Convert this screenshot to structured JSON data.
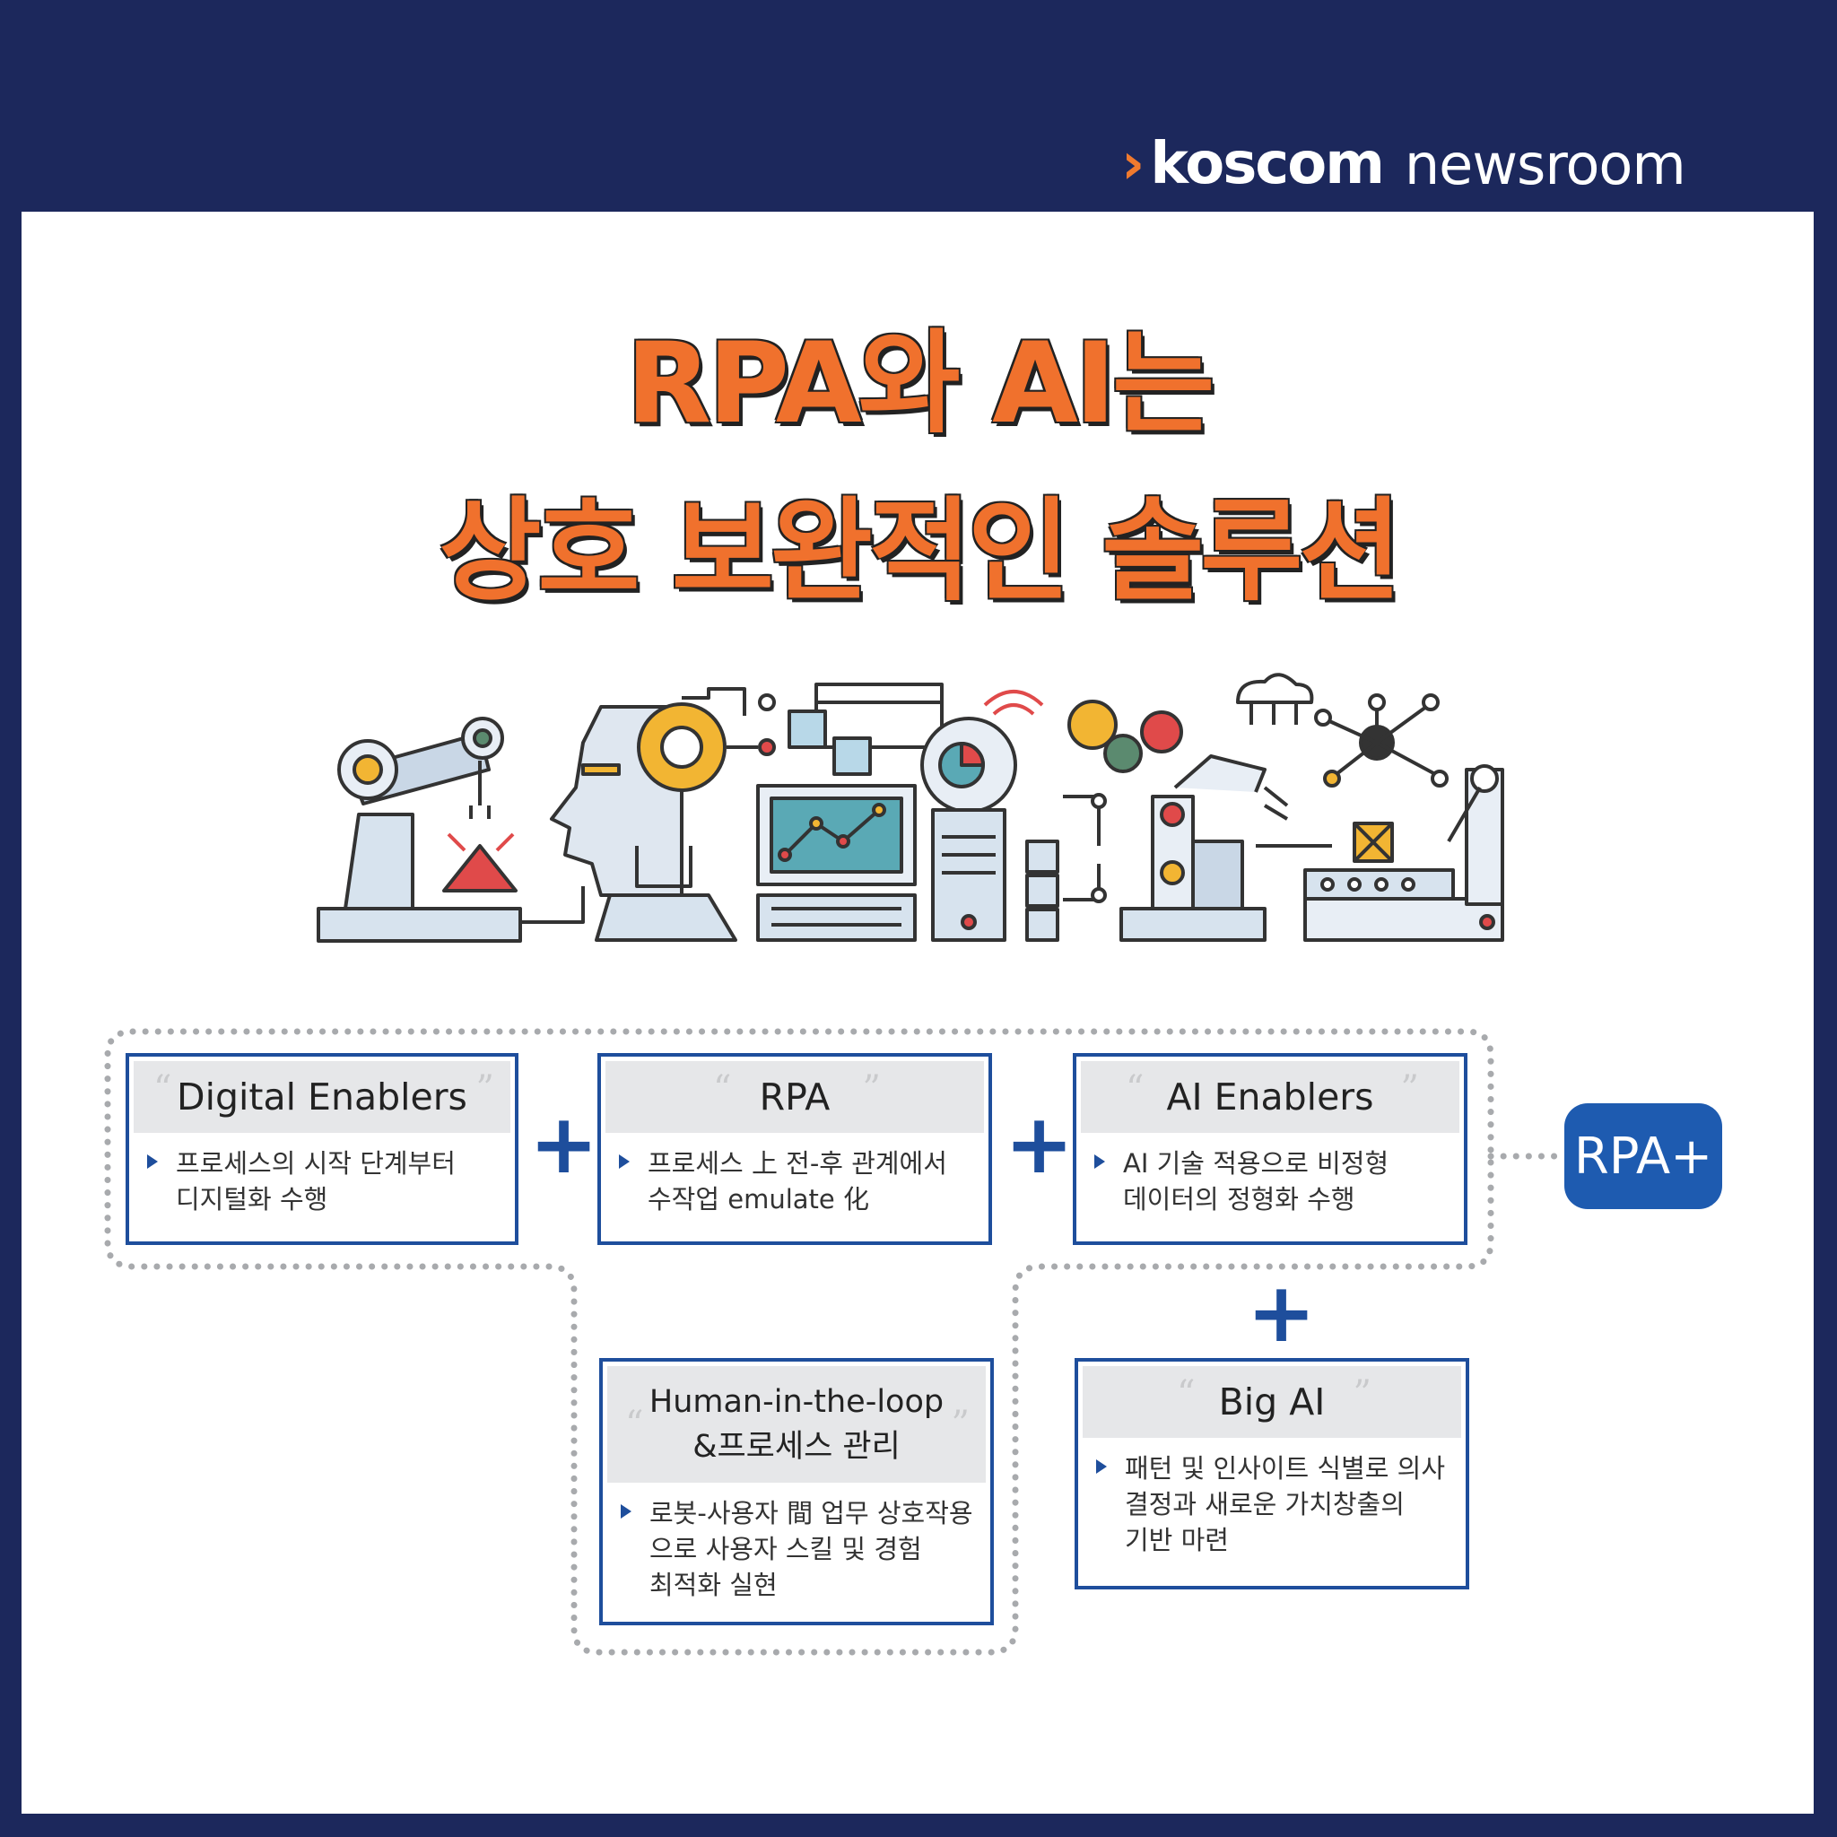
{
  "brand": {
    "chevron": "›",
    "name": "koscom",
    "suffix": "newsroom"
  },
  "title": {
    "line1": "RPA와 AI는",
    "line2": "상호 보완적인 솔루션"
  },
  "cards": {
    "digital": {
      "title": "Digital Enablers",
      "desc_1": "프로세스의 시작 단계부터",
      "desc_2": "디지털화 수행"
    },
    "rpa": {
      "title": "RPA",
      "desc_1": "프로세스 上 전-후 관계에서",
      "desc_2": "수작업 emulate 化"
    },
    "ai": {
      "title": "AI Enablers",
      "desc_1": "AI 기술 적용으로 비정형",
      "desc_2": "데이터의 정형화 수행"
    },
    "human": {
      "title_1": "Human-in-the-loop",
      "title_2": "&프로세스 관리",
      "desc_1": "로봇-사용자 間 업무 상호작용",
      "desc_2": "으로 사용자 스킬 및 경험",
      "desc_3": "최적화 실현"
    },
    "bigai": {
      "title": "Big AI",
      "desc_1": "패턴 및 인사이트 식별로 의사",
      "desc_2": "결정과 새로운 가치창출의",
      "desc_3": "기반 마련"
    }
  },
  "quote_open": "“",
  "quote_close": "”",
  "plus_sign": "+",
  "result": "RPA+",
  "colors": {
    "navy": "#1c285c",
    "orange": "#f0712d",
    "blue": "#1e4e9c",
    "rpa_plus": "#1e5bb0"
  },
  "illustration_icons": [
    "robot-arm-icon",
    "ai-head-icon",
    "gear-icon",
    "browser-window-icon",
    "computer-chart-icon",
    "lightbulb-server-icon",
    "wifi-icon",
    "gears-icon",
    "cloud-network-icon",
    "network-node-icon",
    "robot-gripper-icon",
    "conveyor-belt-icon"
  ]
}
